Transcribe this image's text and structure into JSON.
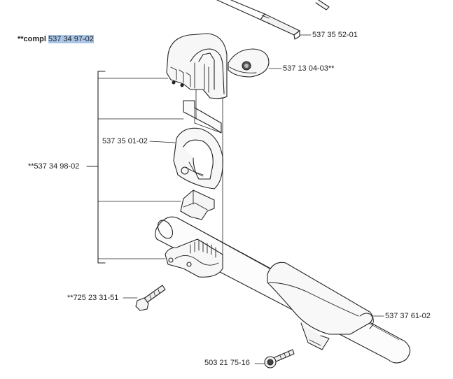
{
  "assembly": {
    "prefix": "**compl",
    "number": "537 34 97-02"
  },
  "parts": {
    "shaft": "537 35 52-01",
    "knob": "537 13 04-03**",
    "bracket_kit": "**537 34 98-02",
    "loop": "537 35 01-02",
    "screw_upper": "**725 23 31-51",
    "guard": "537 37 61-02",
    "screw_lower": "503 21 75-16"
  }
}
